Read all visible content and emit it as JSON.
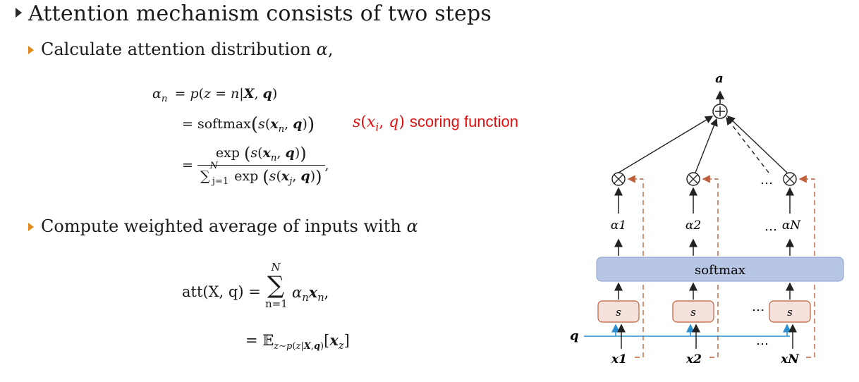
{
  "heading": "Attention mechanism consists of two steps",
  "steps": [
    {
      "label": "Calculate attention distribution"
    },
    {
      "label": "Compute weighted average of inputs with"
    }
  ],
  "eq1": {
    "line1_lhs": "α",
    "line1_rhs": "= p(z = n|X, q)",
    "line2": "= softmax",
    "line3_num": "exp",
    "line3_den": "exp",
    "sum_upper": "N",
    "sum_lower": "j=1"
  },
  "annotation": {
    "text": "scoring function"
  },
  "eq2": {
    "lhs": "att(X, q) =",
    "sum_upper": "N",
    "sum_lower": "n=1",
    "expectation": "= 𝔼"
  },
  "diagram": {
    "output": "a",
    "query": "q",
    "softmax_label": "softmax",
    "score_label": "s",
    "dots": "…",
    "alphas": [
      "α1",
      "α2",
      "αN"
    ],
    "inputs": [
      "x1",
      "x2",
      "xN"
    ]
  },
  "colors": {
    "bullet": "#e08a1e",
    "annotation": "#e01010",
    "softmax_fill": "#b8c6e6",
    "score_fill": "#f6e2dc",
    "query_line": "#2a8fd0",
    "dashed": "#c0603a"
  }
}
